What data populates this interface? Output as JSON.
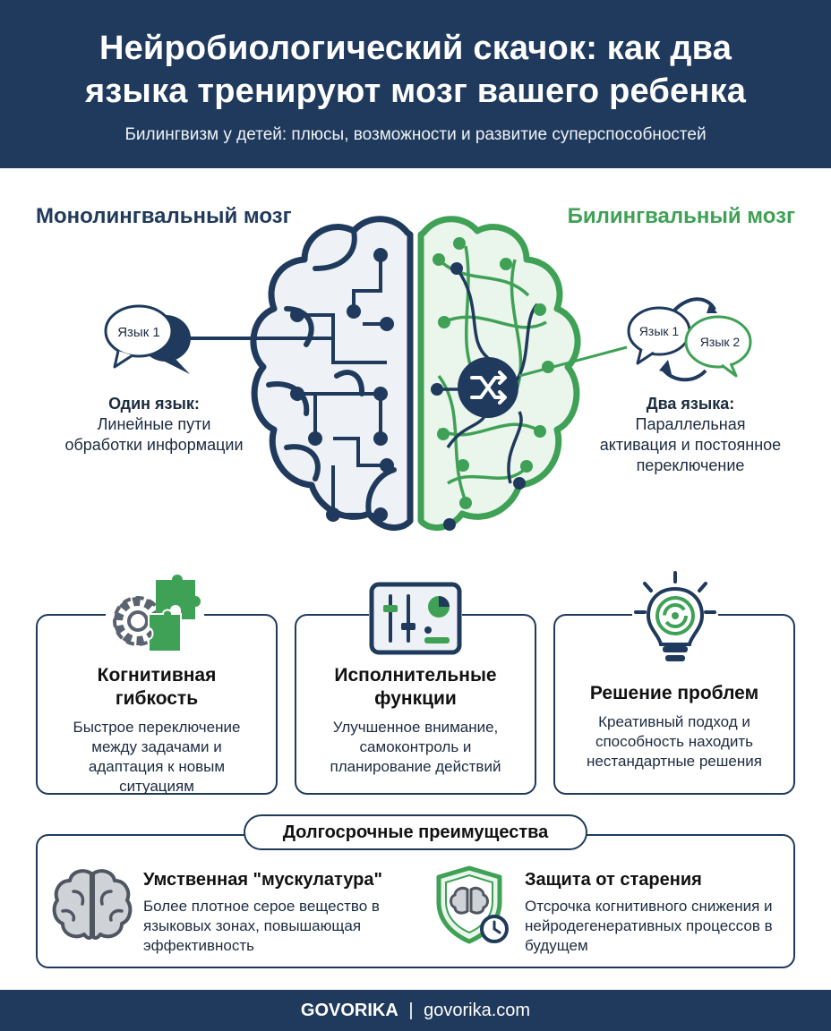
{
  "header": {
    "title_line1": "Нейробиологический скачок: как два",
    "title_line2": "языка тренируют мозг вашего ребенка",
    "subtitle": "Билингвизм у детей: плюсы, возможности и развитие суперспособностей"
  },
  "mono": {
    "label": "Монолингвальный мозг",
    "bubble": "Язык 1",
    "heading": "Один язык:",
    "desc": "Линейные пути обработки информации"
  },
  "bi": {
    "label": "Билингвальный мозг",
    "bubble1": "Язык 1",
    "bubble2": "Язык 2",
    "heading": "Два языка:",
    "desc": "Параллельная активация и постоянное переключение"
  },
  "cards": [
    {
      "title": "Когнитивная гибкость",
      "desc": "Быстрое переключение между задачами и адаптация к новым ситуациям"
    },
    {
      "title": "Исполнительные функции",
      "desc": "Улучшенное внимание, самоконтроль и планирование действий"
    },
    {
      "title": "Решение проблем",
      "desc": "Креативный подход и способность находить нестандартные решения"
    }
  ],
  "long_term": {
    "title": "Долгосрочные преимущества",
    "items": [
      {
        "title": "Умственная \"мускулатура\"",
        "desc": "Более плотное серое вещество в языковых зонах, повышающая эффективность"
      },
      {
        "title": "Защита от старения",
        "desc": "Отсрочка когнитивного снижения и нейродегенеративных процессов в будущем"
      }
    ]
  },
  "footer": {
    "brand": "GOVORIKA",
    "separator": "|",
    "url": "govorika.com"
  },
  "colors": {
    "navy": "#1f3a5c",
    "green": "#3fa155",
    "light_bg": "#eef1f5"
  }
}
